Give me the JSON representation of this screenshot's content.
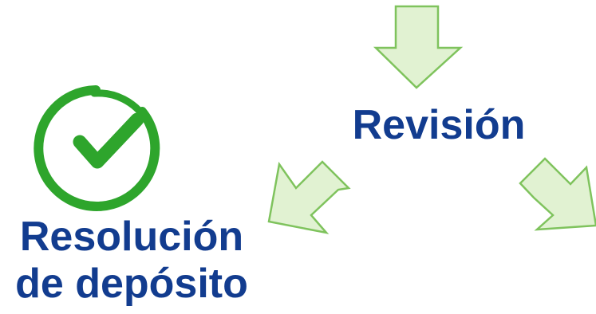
{
  "colors": {
    "label_text": "#123c8f",
    "arrow_fill": "#e1f2d2",
    "arrow_stroke": "#7fc35d",
    "check_color": "#2ea52c"
  },
  "nodes": {
    "center_label": "Revisión",
    "left_label_line1": "Resolución",
    "left_label_line2": "de depósito"
  },
  "icons": {
    "top_arrow": "down-arrow-icon",
    "left_arrow": "down-left-arrow-icon",
    "right_arrow": "down-right-arrow-icon",
    "check": "checkmark-circle-icon"
  }
}
